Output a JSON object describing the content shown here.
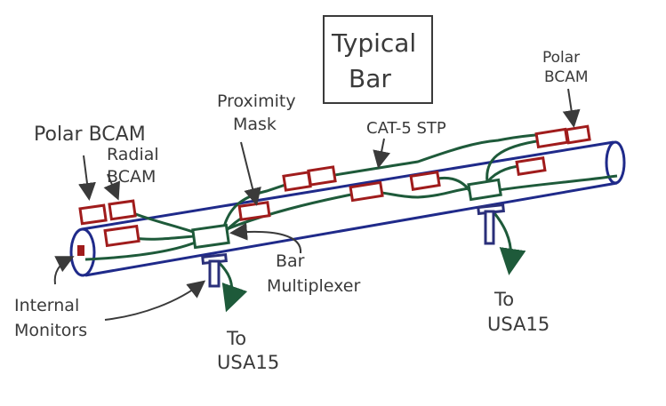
{
  "title": {
    "line1": "Typical",
    "line2": "Bar"
  },
  "labels": {
    "polar_bcam_left": "Polar BCAM",
    "radial_bcam_line1": "Radial",
    "radial_bcam_line2": "BCAM",
    "proximity_mask_line1": "Proximity",
    "proximity_mask_line2": "Mask",
    "cat5_stp": "CAT-5 STP",
    "polar_bcam_right_line1": "Polar",
    "polar_bcam_right_line2": "BCAM",
    "bar_multiplexer_line1": "Bar",
    "bar_multiplexer_line2": "Multiplexer",
    "internal_monitors_line1": "Internal",
    "internal_monitors_line2": "Monitors",
    "to_left_line1": "To",
    "to_left_line2": "USA15",
    "to_right_line1": "To",
    "to_right_line2": "USA15"
  },
  "colors": {
    "bar_outline": "#1f2a8a",
    "cable": "#1e5a3a",
    "bcam_outline": "#a01c1c",
    "ink": "#3a3a3a",
    "connector": "#2a2f7a"
  }
}
